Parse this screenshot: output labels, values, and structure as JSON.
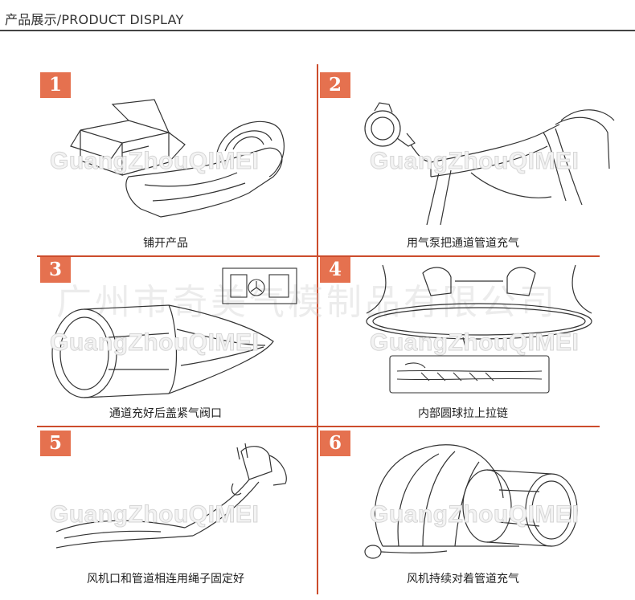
{
  "header": {
    "title": "产品展示/PRODUCT DISPLAY"
  },
  "watermark_text": "GuangZhouQIMEI",
  "company_watermark": "广州市奇美气模制品有限公司",
  "steps": [
    {
      "number": "1",
      "caption": "铺开产品",
      "icon": "box-and-rolled-product"
    },
    {
      "number": "2",
      "caption": "用气泵把通道管道充气",
      "icon": "air-pump-inflating-tube"
    },
    {
      "number": "3",
      "caption": "通道充好后盖紧气阀口",
      "icon": "tunnel-with-valve-cap"
    },
    {
      "number": "4",
      "caption": "内部圆球拉上拉链",
      "icon": "dome-zipper"
    },
    {
      "number": "5",
      "caption": "风机口和管道相连用绳子固定好",
      "icon": "blower-tied-with-rope"
    },
    {
      "number": "6",
      "caption": "风机持续对着管道充气",
      "icon": "inflated-dome-with-tunnel"
    }
  ],
  "colors": {
    "accent": "#e5714f",
    "grid_line": "#cc4c2c"
  }
}
